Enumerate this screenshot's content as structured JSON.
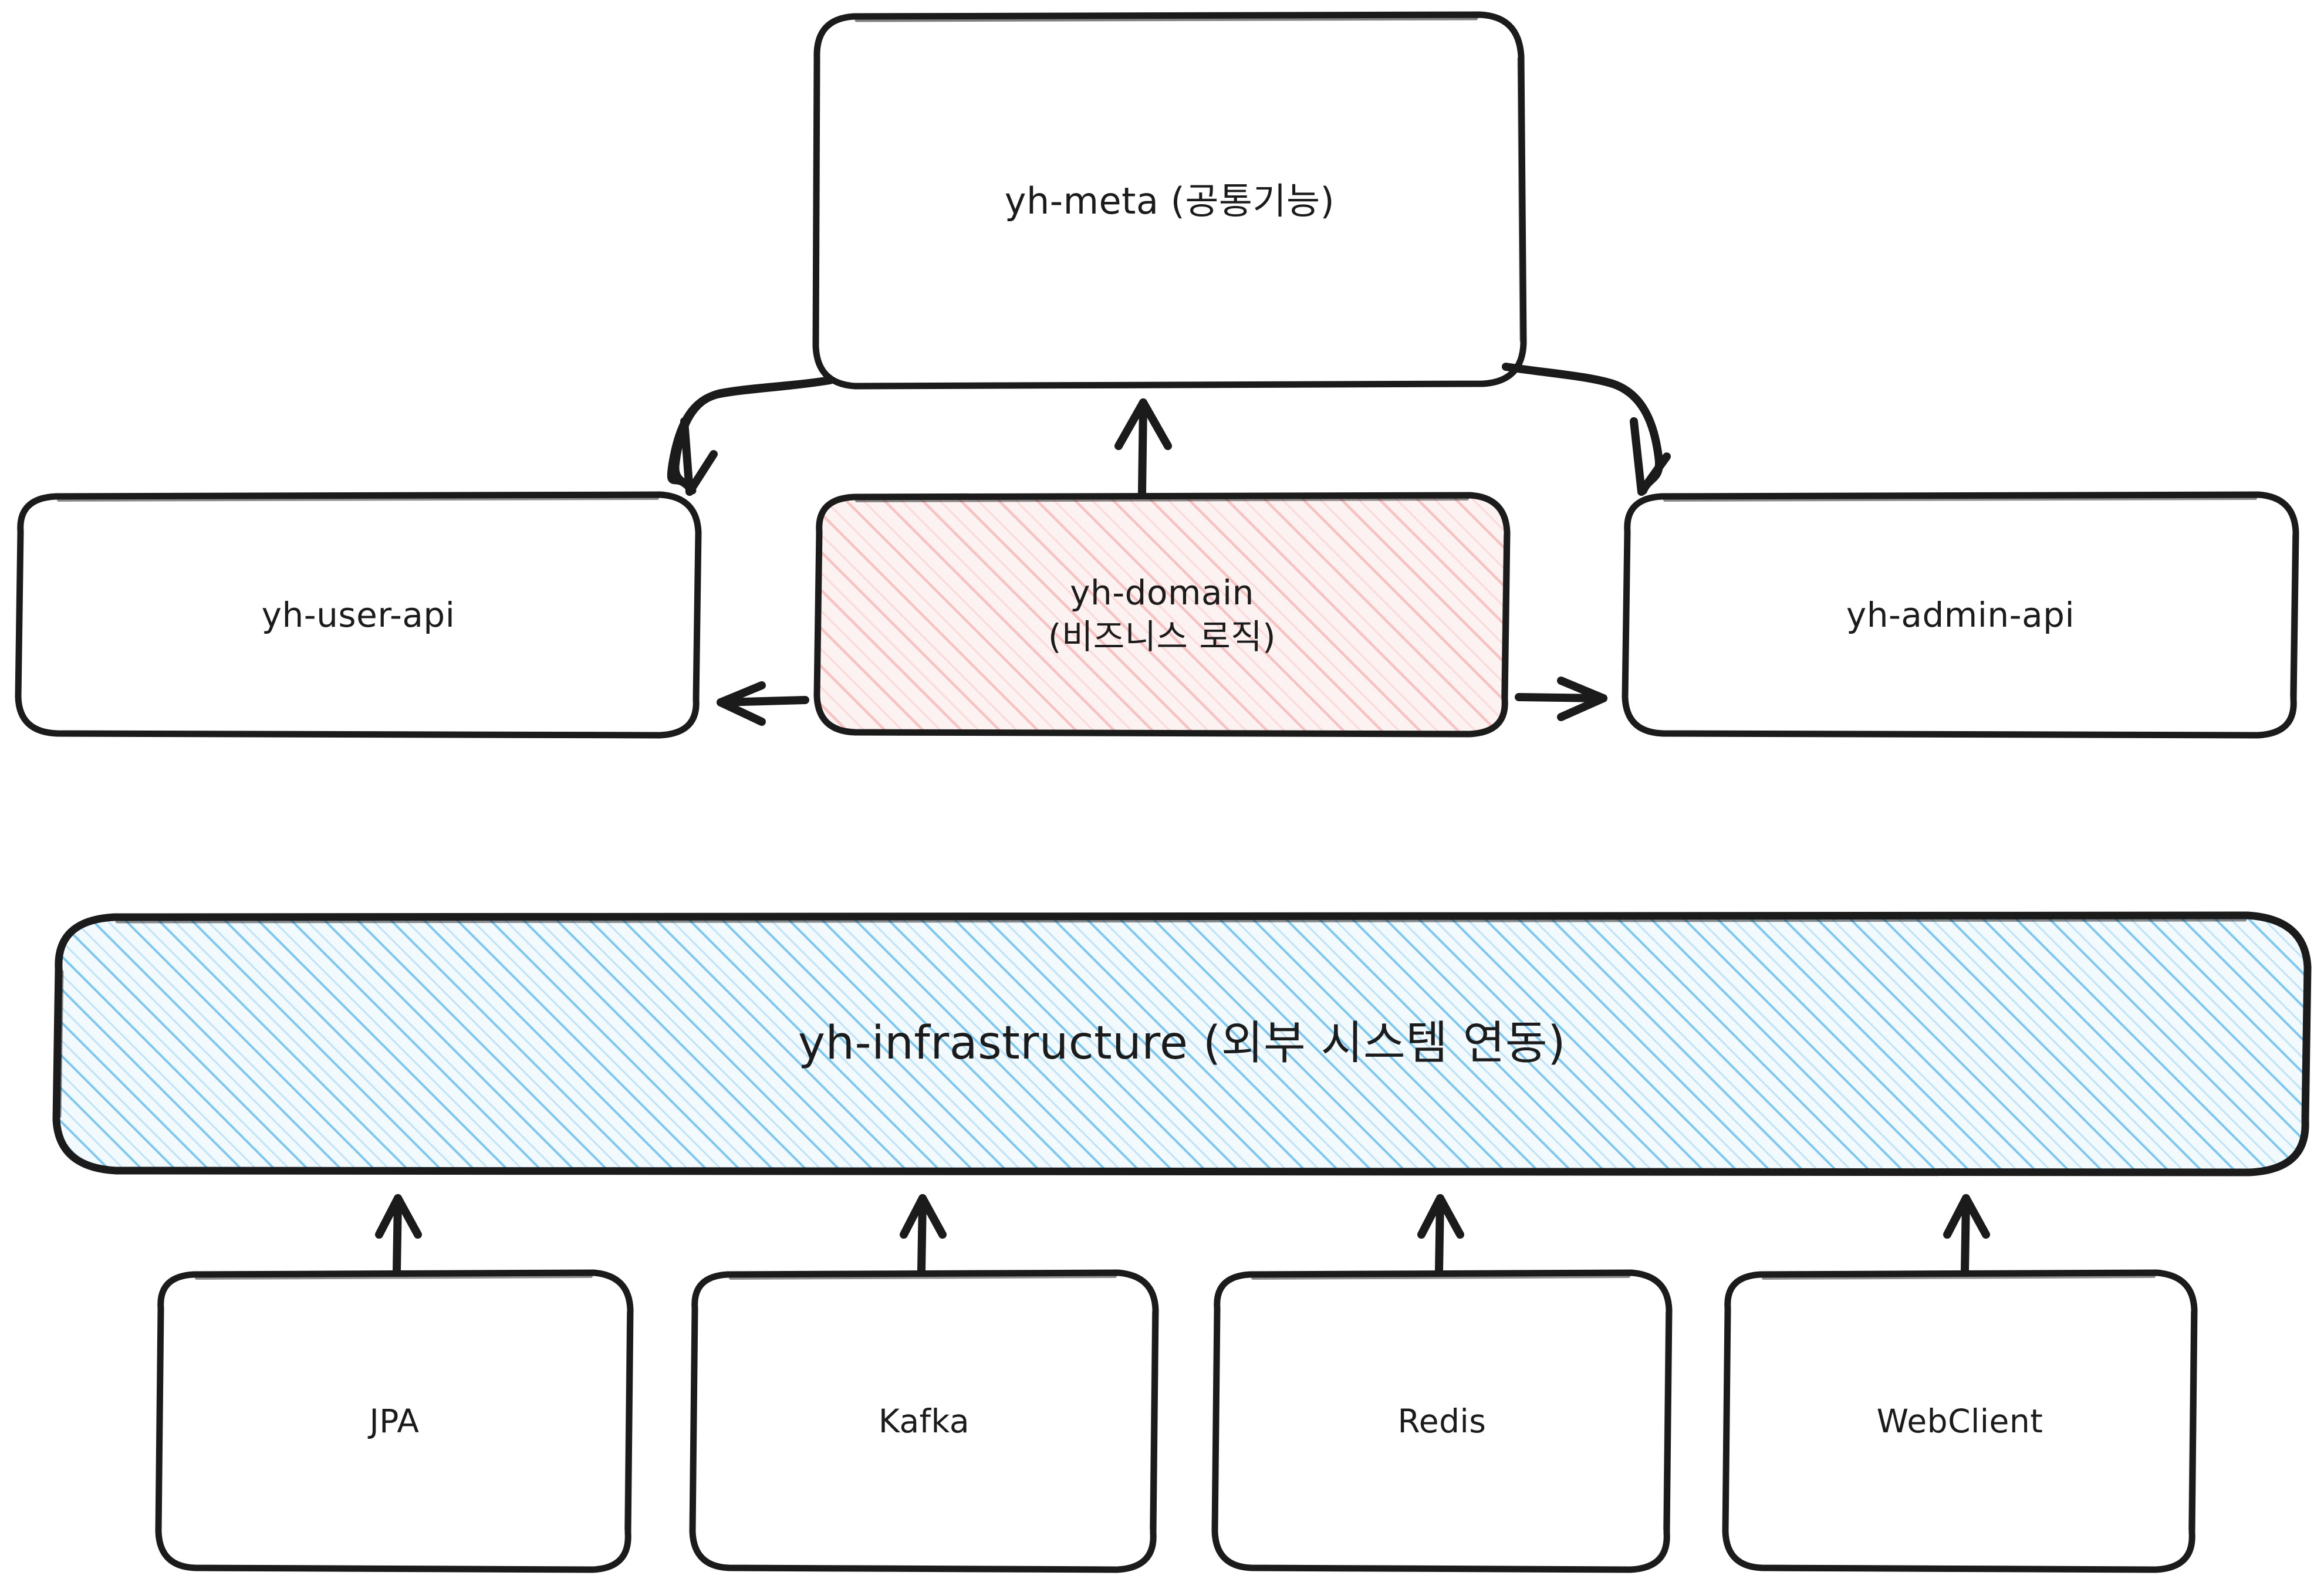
{
  "diagram": {
    "title_node": "yh-meta (공통기능)",
    "style": "hand-drawn-architecture-diagram",
    "colors": {
      "stroke": "#1b1b1b",
      "background": "#ffffff",
      "domain_hatch": "#f9c4c4",
      "domain_fill": "#fdeeee",
      "infrastructure_hatch": "#7fc4f0",
      "infrastructure_fill": "#edf7fd"
    },
    "nodes": {
      "meta": {
        "label": "yh-meta (공통기능)",
        "fill": "plain"
      },
      "user_api": {
        "label": "yh-user-api",
        "fill": "plain"
      },
      "domain": {
        "label": "yh-domain\n(비즈니스 로직)",
        "fill": "pink-hatch"
      },
      "admin_api": {
        "label": "yh-admin-api",
        "fill": "plain"
      },
      "infrastructure": {
        "label": "yh-infrastructure (외부 시스템 연동)",
        "fill": "blue-hatch"
      },
      "jpa": {
        "label": "JPA",
        "fill": "plain"
      },
      "kafka": {
        "label": "Kafka",
        "fill": "plain"
      },
      "redis": {
        "label": "Redis",
        "fill": "plain"
      },
      "webclient": {
        "label": "WebClient",
        "fill": "plain"
      }
    },
    "edges": [
      {
        "from": "meta",
        "to": "user_api",
        "shape": "curve-down-left",
        "arrow": "end"
      },
      {
        "from": "meta",
        "to": "admin_api",
        "shape": "curve-down-right",
        "arrow": "end"
      },
      {
        "from": "domain",
        "to": "meta",
        "shape": "vertical-up",
        "arrow": "end"
      },
      {
        "from": "domain",
        "to": "user_api",
        "shape": "horizontal-left",
        "arrow": "end"
      },
      {
        "from": "domain",
        "to": "admin_api",
        "shape": "horizontal-right",
        "arrow": "end"
      },
      {
        "from": "jpa",
        "to": "infrastructure",
        "shape": "vertical-up",
        "arrow": "end"
      },
      {
        "from": "kafka",
        "to": "infrastructure",
        "shape": "vertical-up",
        "arrow": "end"
      },
      {
        "from": "redis",
        "to": "infrastructure",
        "shape": "vertical-up",
        "arrow": "end"
      },
      {
        "from": "webclient",
        "to": "infrastructure",
        "shape": "vertical-up",
        "arrow": "end"
      }
    ]
  }
}
